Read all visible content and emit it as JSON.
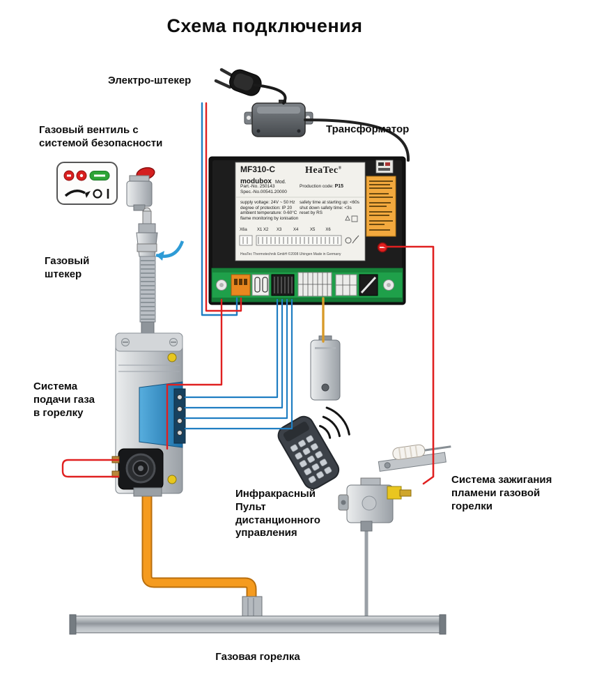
{
  "title": "Схема подключения",
  "labels": {
    "electro_plug": "Электро-штекер",
    "transformer": "Трансформатор",
    "gas_valve": "Газовый вентиль с\nсистемой безопасности",
    "gas_plug": "Газовый\nштекер",
    "gas_supply": "Система\nподачи газа\nв горелку",
    "remote": "Инфракрасный\nПульт\nдистанционного\nуправления",
    "ignition": "Система зажигания\nпламени газовой\nгорелки",
    "burner": "Газовая горелка"
  },
  "control_unit": {
    "model": "MF310-C",
    "series": "modubox",
    "mod": "Mod.",
    "part_no": "Part.-No. 250143",
    "spec_no": "Spec.-No.00541.20000",
    "production_code_label": "Production code:",
    "production_code": "P15",
    "brand": "HeaTec",
    "brand_reg": "®",
    "specs_left": "supply voltage: 24V ~ 50 Hz\ndegree of protection: IP 20\nambient temperature: 0-60°C\nflame monitoring by ionisation",
    "specs_right": "safety time at starting up: <60s\nshut down safety time: <3s\nreset by RS",
    "terminal_x6a": "X6a",
    "terminal_row": "X1 X2       X3          X4          X5         X6",
    "footer": "HeaTec Thermotechnik GmbH      ©2008 Uhingen      Made in Germany"
  },
  "colors": {
    "wire_red": "#e02020",
    "wire_blue": "#1f7ec2",
    "wire_orange": "#d89b2a",
    "pipe_orange": "#f59b1f",
    "pcb_green": "#1fa04a",
    "warning_label_orange": "#f2a93e"
  }
}
